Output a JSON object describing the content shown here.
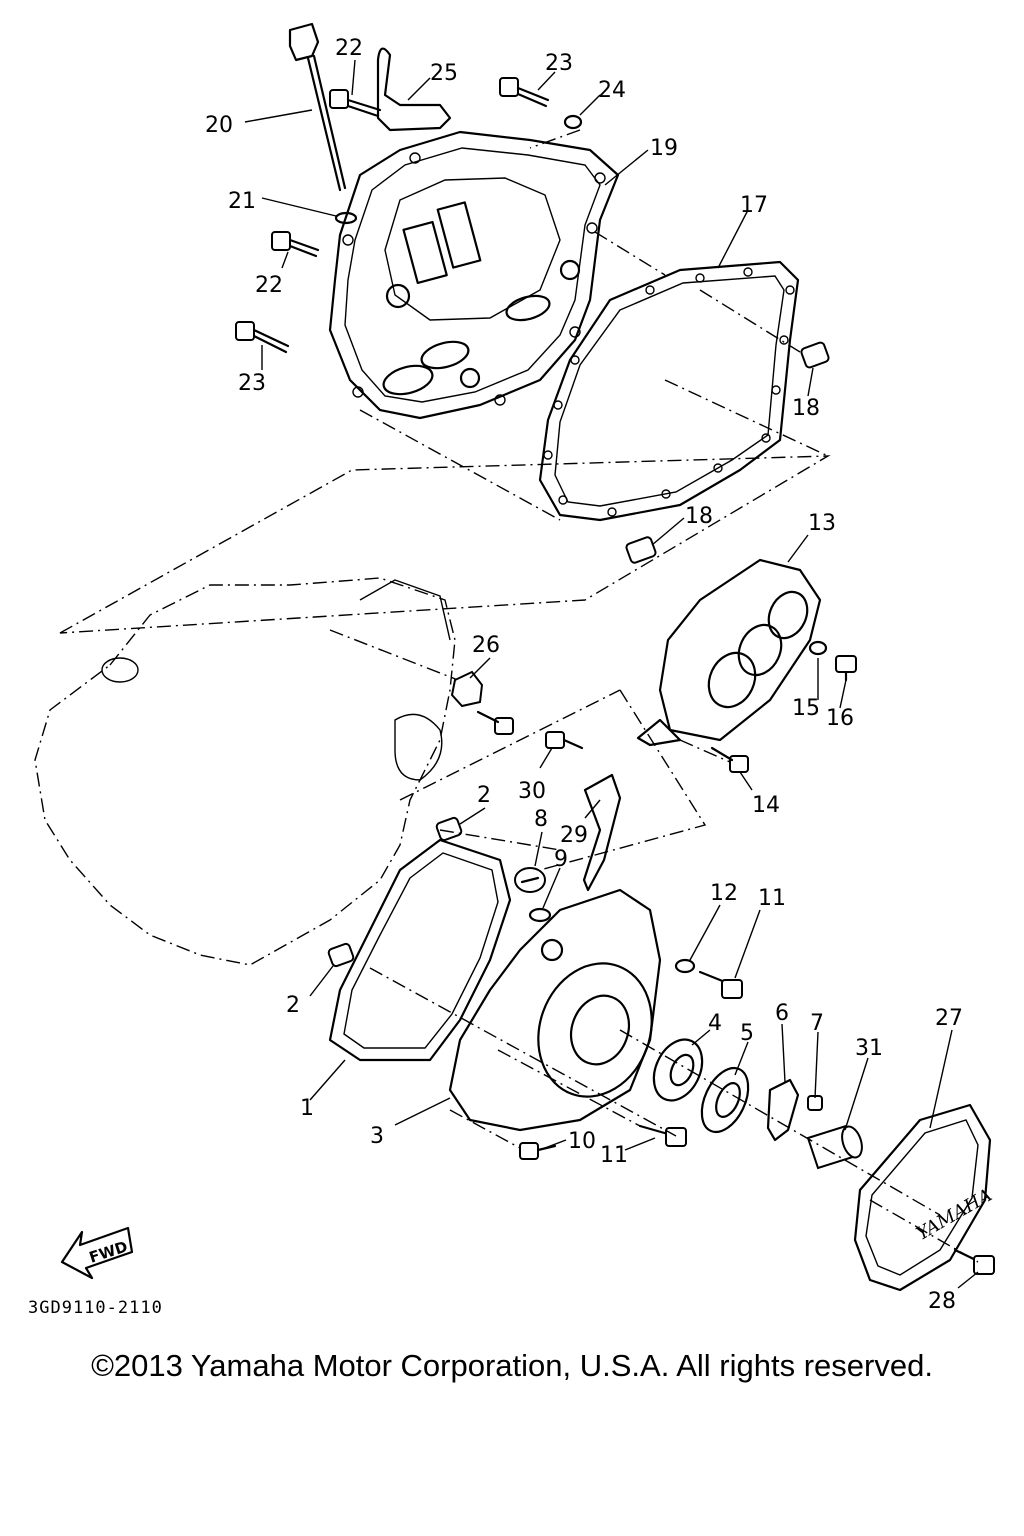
{
  "diagram_code": "3GD9110-2110",
  "copyright": "©2013 Yamaha Motor Corporation, U.S.A. All rights reserved.",
  "fwd_label": "FWD",
  "cover_brand": "YAMAHA",
  "callouts": [
    "22",
    "25",
    "23",
    "24",
    "20",
    "19",
    "21",
    "17",
    "22",
    "23",
    "18",
    "18",
    "13",
    "26",
    "15",
    "16",
    "2",
    "30",
    "8",
    "29",
    "14",
    "9",
    "12",
    "11",
    "2",
    "4",
    "5",
    "6",
    "7",
    "27",
    "31",
    "1",
    "3",
    "10",
    "11",
    "28"
  ]
}
